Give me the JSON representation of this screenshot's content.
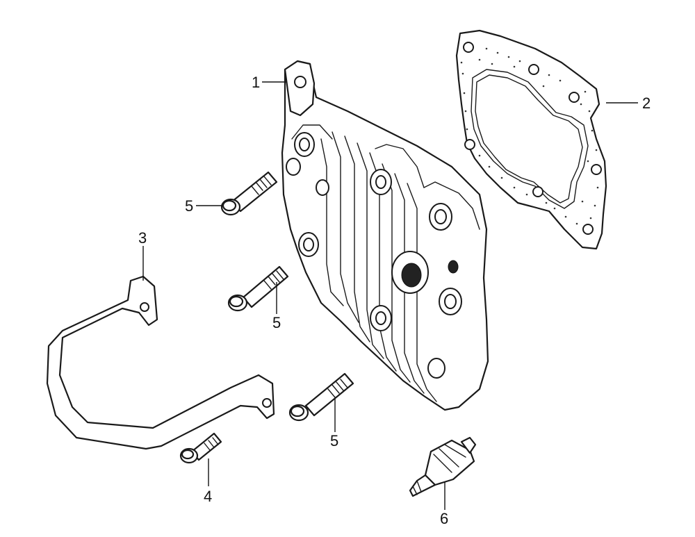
{
  "diagram": {
    "callouts": [
      {
        "id": "c1",
        "label": "1"
      },
      {
        "id": "c2",
        "label": "2"
      },
      {
        "id": "c3",
        "label": "3"
      },
      {
        "id": "c4",
        "label": "4"
      },
      {
        "id": "c5a",
        "label": "5"
      },
      {
        "id": "c5b",
        "label": "5"
      },
      {
        "id": "c5c",
        "label": "5"
      },
      {
        "id": "c6",
        "label": "6"
      }
    ]
  }
}
